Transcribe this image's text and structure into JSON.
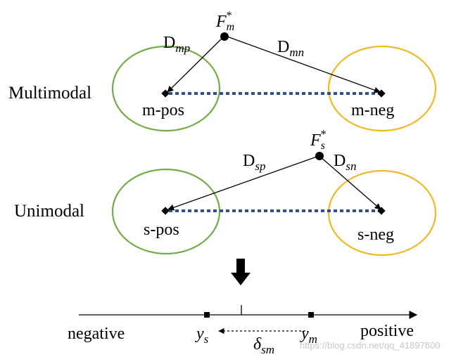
{
  "multimodal": {
    "row_label": "Multimodal",
    "point": {
      "base": "F",
      "sub": "m",
      "sup": "*"
    },
    "edge_to_pos": {
      "base": "D",
      "sub": "mp"
    },
    "edge_to_neg": {
      "base": "D",
      "sub": "mn"
    },
    "pos_label": "m-pos",
    "neg_label": "m-neg"
  },
  "unimodal": {
    "row_label": "Unimodal",
    "point": {
      "base": "F",
      "sub": "s",
      "sup": "*"
    },
    "edge_to_pos": {
      "base": "D",
      "sub": "sp"
    },
    "edge_to_neg": {
      "base": "D",
      "sub": "sn"
    },
    "pos_label": "s-pos",
    "neg_label": "s-neg"
  },
  "axis": {
    "left_label": "negative",
    "right_label": "positive",
    "y_s": {
      "base": "y",
      "sub": "s"
    },
    "y_m": {
      "base": "y",
      "sub": "m"
    },
    "delta": {
      "base": "δ",
      "sub": "sm"
    }
  },
  "colors": {
    "pos_circle": "#70ad47",
    "neg_circle": "#f2b824",
    "dotted_link": "#2f4f8f",
    "ink": "#000000"
  },
  "watermark": "https://blog.csdn.net/qq_41897800"
}
